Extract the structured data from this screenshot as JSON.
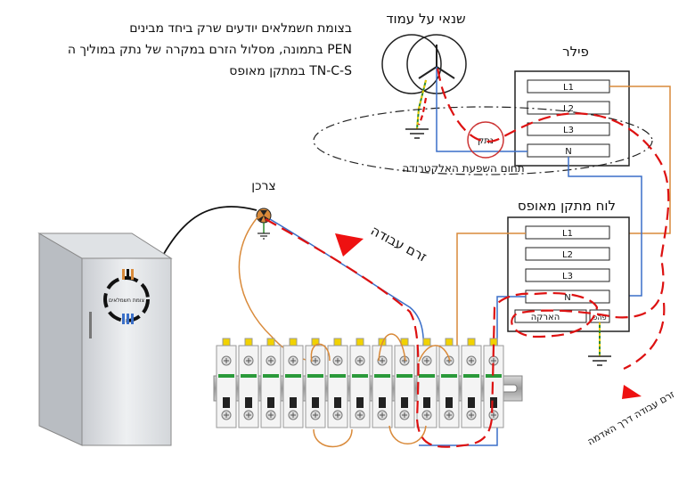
{
  "description": {
    "line1": "בצומת חשמלאים יודעים שרק ביחד מבינים",
    "line2": "בתמונה, מסלול הזרם במקרה של נתק במוליך ה PEN",
    "line3": "במתקן מאופס TN-C-S"
  },
  "labels": {
    "transformer": "שנאי על עמוד",
    "pillar": "פילר",
    "break": "נתק",
    "electrode_zone": "תחום השפעת האלקטרודה",
    "consumer": "צרכן",
    "work_current": "זרם עבודה",
    "panel": "לוח מתקן מאופס",
    "earth_current": "זרם עבודה דרך האדמה"
  },
  "pillar_terminals": [
    "L1",
    "L2",
    "L3",
    "N"
  ],
  "panel_terminals": [
    "L1",
    "L2",
    "L3",
    "N"
  ],
  "panel_bars": {
    "earth": "הארקה",
    "pen": "פהפ"
  },
  "cabinet_logo": "צומת חשמלאים",
  "colors": {
    "phase": "#d98a3a",
    "neutral": "#3a6fc8",
    "earth": "#2e8b2e",
    "earth_yellow": "#e8c800",
    "current_path": "#dd1111",
    "cable": "#111111"
  }
}
